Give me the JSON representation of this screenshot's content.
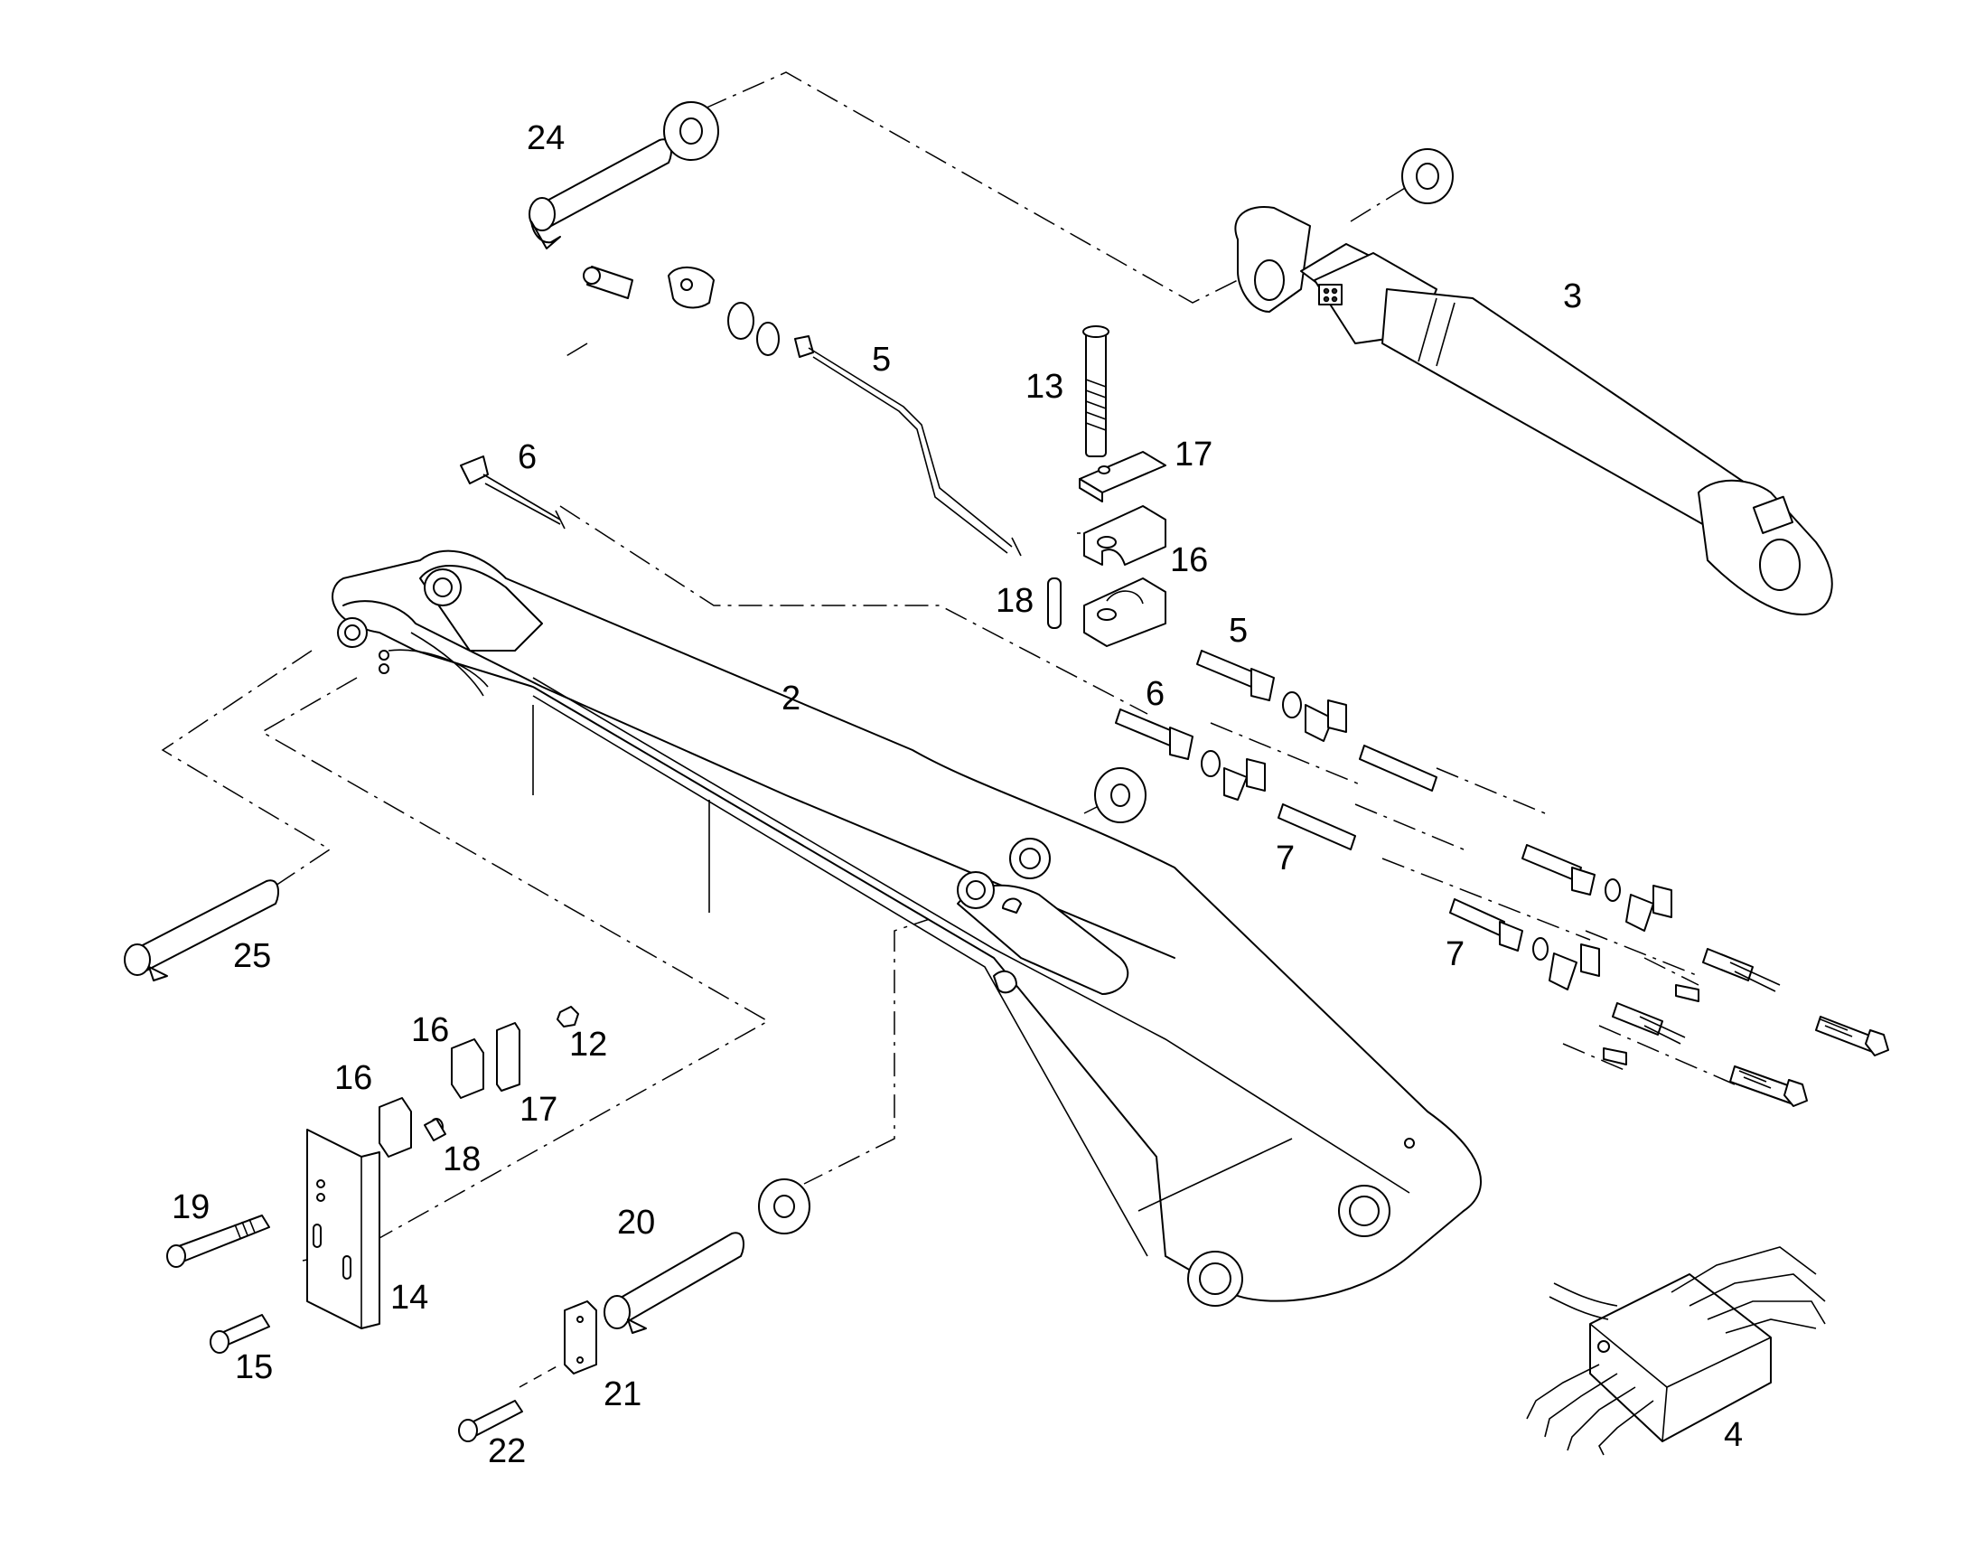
{
  "diagram": {
    "callouts": {
      "c2": "2",
      "c3": "3",
      "c4": "4",
      "c5a": "5",
      "c5b": "5",
      "c6a": "6",
      "c6b": "6",
      "c7a": "7",
      "c7b": "7",
      "c12": "12",
      "c13": "13",
      "c14": "14",
      "c15": "15",
      "c16a": "16",
      "c16b": "16",
      "c16c": "16",
      "c17a": "17",
      "c17b": "17",
      "c18a": "18",
      "c18b": "18",
      "c19": "19",
      "c20": "20",
      "c21": "21",
      "c22": "22",
      "c24": "24",
      "c25": "25"
    }
  }
}
